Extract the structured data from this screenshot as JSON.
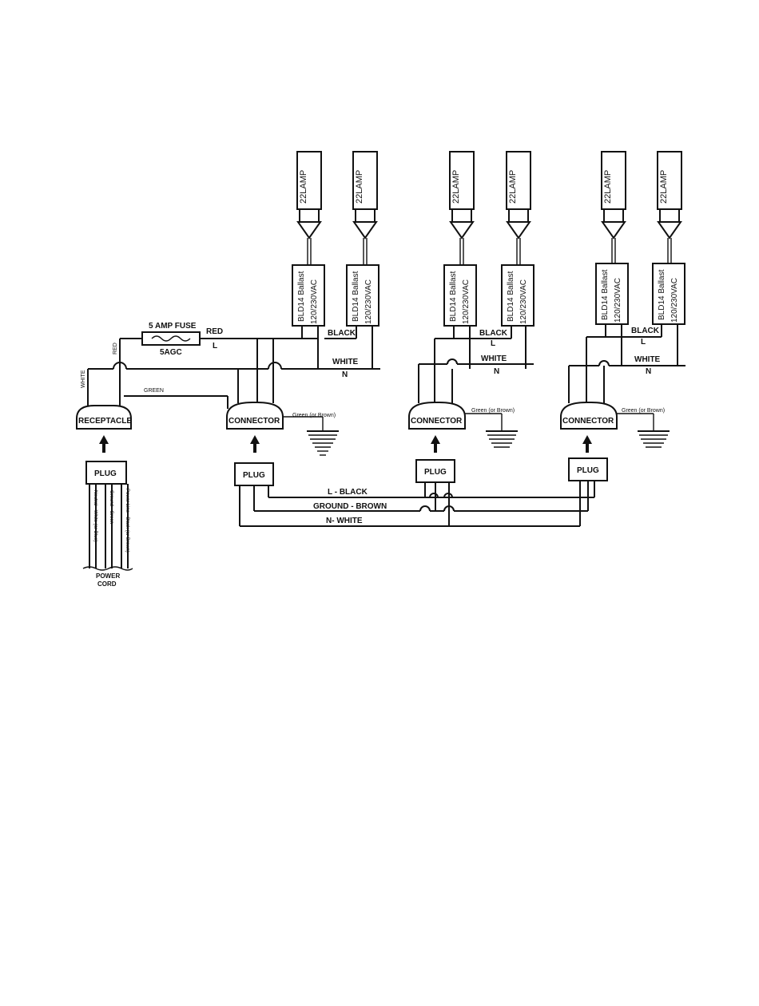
{
  "lamps": [
    {
      "label": "22LAMP"
    },
    {
      "label": "22LAMP"
    },
    {
      "label": "22LAMP"
    },
    {
      "label": "22LAMP"
    },
    {
      "label": "22LAMP"
    },
    {
      "label": "22LAMP"
    }
  ],
  "ballasts": [
    {
      "name": "BLD14 Ballast",
      "voltage": "120/230VAC"
    },
    {
      "name": "BLD14 Ballast",
      "voltage": "120/230VAC"
    },
    {
      "name": "BLD14 Ballast",
      "voltage": "120/230VAC"
    },
    {
      "name": "BLD14 Ballast",
      "voltage": "120/230VAC"
    },
    {
      "name": "BLD14 Ballast",
      "voltage": "120/230VAC"
    },
    {
      "name": "BLD14 Ballast",
      "voltage": "120/230VAC"
    }
  ],
  "fuse": {
    "label": "5 AMP FUSE",
    "type": "5AGC"
  },
  "wires": {
    "red": "RED",
    "red_l": "L",
    "black": "BLACK",
    "l": "L",
    "white": "WHITE",
    "n": "N",
    "green": "GREEN",
    "red_vertical": "RED",
    "white_vertical": "WHITE"
  },
  "receptacle": "RECEPTACLE",
  "connector": "CONNECTOR",
  "plug": "PLUG",
  "ground_note": "Green (or Brown)",
  "bus": {
    "l_black": "L - BLACK",
    "ground_brown": "GROUND - BROWN",
    "n_white": "N- WHITE"
  },
  "cord_wires": [
    "Power Line - Black (or Brown)",
    "Ground - Green",
    "Neutral - White (or Blue)"
  ],
  "power_cord": [
    "POWER",
    "CORD"
  ]
}
